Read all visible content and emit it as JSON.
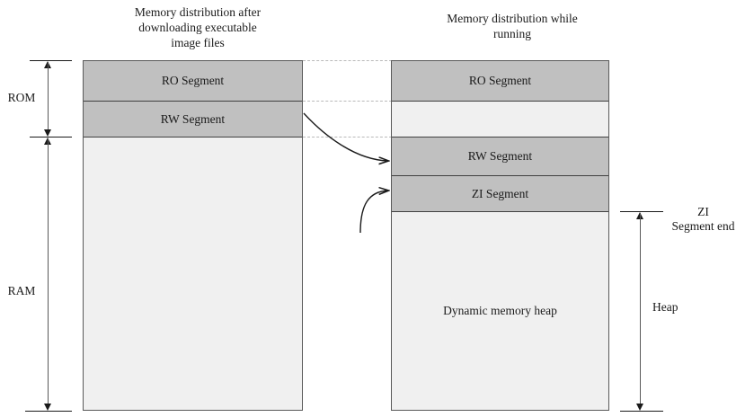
{
  "diagram": {
    "title_left": "Memory distribution after\ndownloading executable\nimage files",
    "title_right": "Memory distribution while\nrunning",
    "colors": {
      "segment_fill": "#c0c0c0",
      "empty_fill": "#f0f0f0",
      "border": "#595959",
      "guide": "#b9b9b9",
      "arrow": "#1a1a1a"
    }
  },
  "left_column": {
    "name": "Memory distribution after downloading executable image files",
    "segments": [
      {
        "label": "RO Segment",
        "fill": "filled"
      },
      {
        "label": "RW Segment",
        "fill": "filled"
      },
      {
        "label": "",
        "fill": "empty"
      }
    ]
  },
  "right_column": {
    "name": "Memory distribution while running",
    "segments": [
      {
        "label": "RO Segment",
        "fill": "filled"
      },
      {
        "label": "",
        "fill": "empty"
      },
      {
        "label": "RW Segment",
        "fill": "filled"
      },
      {
        "label": "ZI Segment",
        "fill": "filled"
      },
      {
        "label": "Dynamic memory heap",
        "fill": "empty"
      }
    ]
  },
  "left_dimensions": [
    {
      "label": "ROM"
    },
    {
      "label": "RAM"
    }
  ],
  "right_dimensions": [
    {
      "label": "ZI\nSegment end"
    },
    {
      "label": "Heap"
    }
  ],
  "connectors": [
    {
      "from": "RW Segment (left)",
      "to": "RW Segment (right)"
    },
    {
      "from": "ZI region",
      "to": "ZI Segment (right)"
    }
  ]
}
